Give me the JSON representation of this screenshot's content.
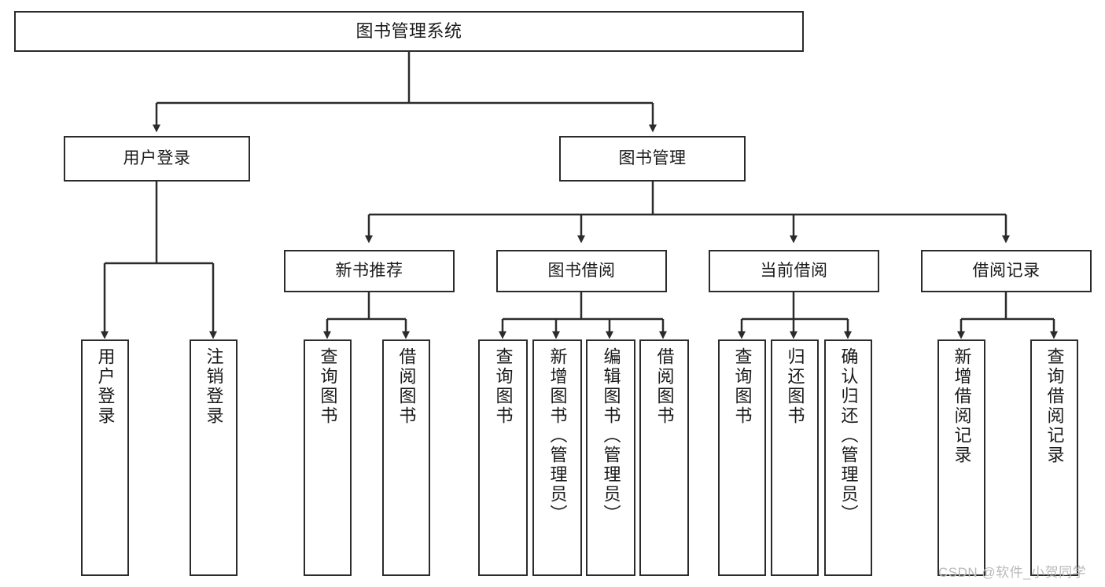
{
  "diagram": {
    "type": "tree",
    "title": "图书管理系统",
    "root": {
      "label": "图书管理系统"
    },
    "level1": [
      {
        "label": "用户登录"
      },
      {
        "label": "图书管理"
      }
    ],
    "level2": [
      {
        "label": "新书推荐"
      },
      {
        "label": "图书借阅"
      },
      {
        "label": "当前借阅"
      },
      {
        "label": "借阅记录"
      }
    ],
    "leaves": {
      "user_login": [
        {
          "label": "用户登录"
        },
        {
          "label": "注销登录"
        }
      ],
      "new_book_recommend": [
        {
          "label": "查询图书"
        },
        {
          "label": "借阅图书"
        }
      ],
      "book_borrow": [
        {
          "label": "查询图书"
        },
        {
          "label": "新增图书（管理员）"
        },
        {
          "label": "编辑图书（管理员）"
        },
        {
          "label": "借阅图书"
        }
      ],
      "current_borrow": [
        {
          "label": "查询图书"
        },
        {
          "label": "归还图书"
        },
        {
          "label": "确认归还（管理员）"
        }
      ],
      "borrow_record": [
        {
          "label": "新增借阅记录"
        },
        {
          "label": "查询借阅记录"
        }
      ]
    }
  },
  "watermark": {
    "text": "CSDN @软件_小贺同学"
  },
  "colors": {
    "border": "#2b2b2b",
    "background": "#ffffff",
    "text": "#1a1a1a",
    "watermark": "#b9b9b9"
  }
}
